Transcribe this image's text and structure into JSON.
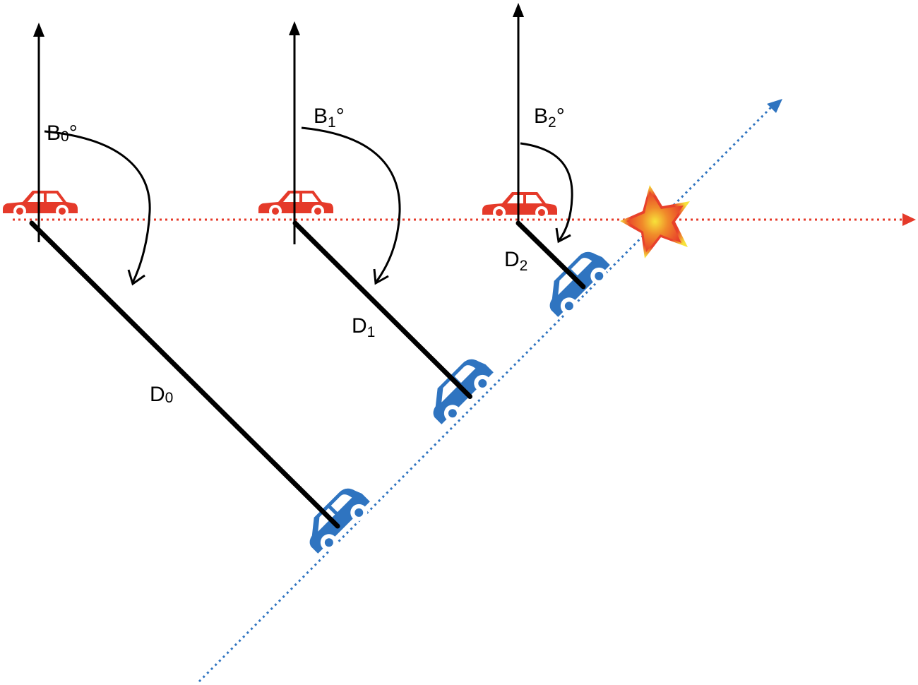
{
  "colors": {
    "red_path": "#e53a2a",
    "blue_path": "#2f74c0",
    "red_car": "#e53a2a",
    "blue_car": "#2f74c0",
    "ink": "#000000",
    "collision_outer": "#f7e23a",
    "collision_inner": "#e8412b"
  },
  "labels": {
    "b0": {
      "main": "B",
      "sub": "0",
      "suffix": "°"
    },
    "b1": {
      "main": "B",
      "sub": "1",
      "suffix": "°"
    },
    "b2": {
      "main": "B",
      "sub": "2",
      "suffix": "°"
    },
    "d0": {
      "main": "D",
      "sub": "0"
    },
    "d1": {
      "main": "D",
      "sub": "1"
    },
    "d2": {
      "main": "D",
      "sub": "2"
    }
  },
  "icons": {
    "own_ship_car": "car-icon",
    "target_car": "car-icon",
    "collision": "collision-burst-icon"
  }
}
